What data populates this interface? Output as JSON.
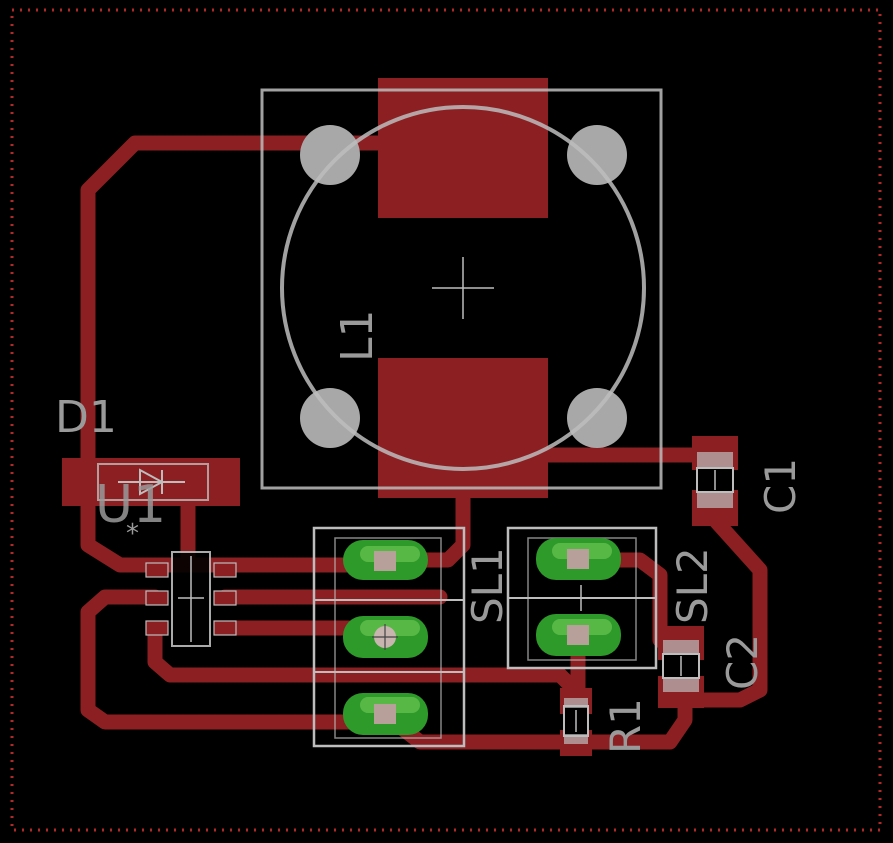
{
  "colors": {
    "background": "#000000",
    "copper": "#8c1f22",
    "silkscreen": "#bdbdbd",
    "silk_text": "#9a9a9a",
    "pad_green": "#2e9a2a",
    "pad_green_light": "#58b846",
    "mounting_hole": "#a8a8a8",
    "outline": "#b02a2a"
  },
  "labels": {
    "l1": "L1",
    "d1": "D1",
    "u1": "U1",
    "u1_marker": "*",
    "sl1": "SL1",
    "sl2": "SL2",
    "c1": "C1",
    "c2": "C2",
    "r1": "R1"
  }
}
